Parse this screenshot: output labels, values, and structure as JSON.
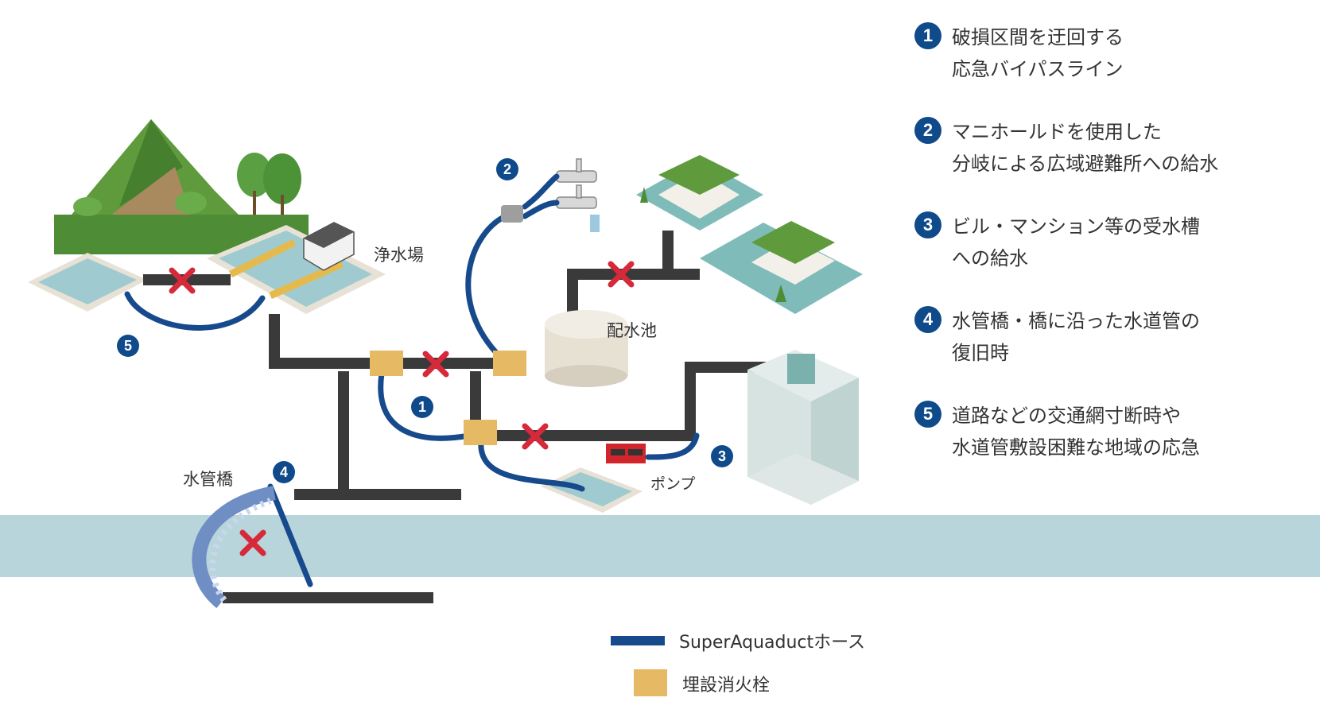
{
  "colors": {
    "hose": "#174a8c",
    "pipe": "#3a3a3a",
    "hydrant": "#e6b965",
    "river": "#b7d5da",
    "break_mark": "#d6293a",
    "badge": "#0f4a8a"
  },
  "labels": {
    "purification_plant": "浄水場",
    "reservoir": "配水池",
    "water_bridge": "水管橋",
    "pump": "ポンプ"
  },
  "diagram_badges": [
    "1",
    "2",
    "3",
    "4",
    "5"
  ],
  "legend": [
    {
      "num": "1",
      "line1": "破損区間を迂回する",
      "line2": "応急バイパスライン"
    },
    {
      "num": "2",
      "line1": "マニホールドを使用した",
      "line2": "分岐による広域避難所への給水"
    },
    {
      "num": "3",
      "line1": "ビル・マンション等の受水槽",
      "line2": "への給水"
    },
    {
      "num": "4",
      "line1": "水管橋・橋に沿った水道管の",
      "line2": "復旧時"
    },
    {
      "num": "5",
      "line1": "道路などの交通網寸断時や",
      "line2": "水道管敷設困難な地域の応急"
    }
  ],
  "key": {
    "hose_label": "SuperAquaductホース",
    "hydrant_label": "埋設消火栓"
  }
}
